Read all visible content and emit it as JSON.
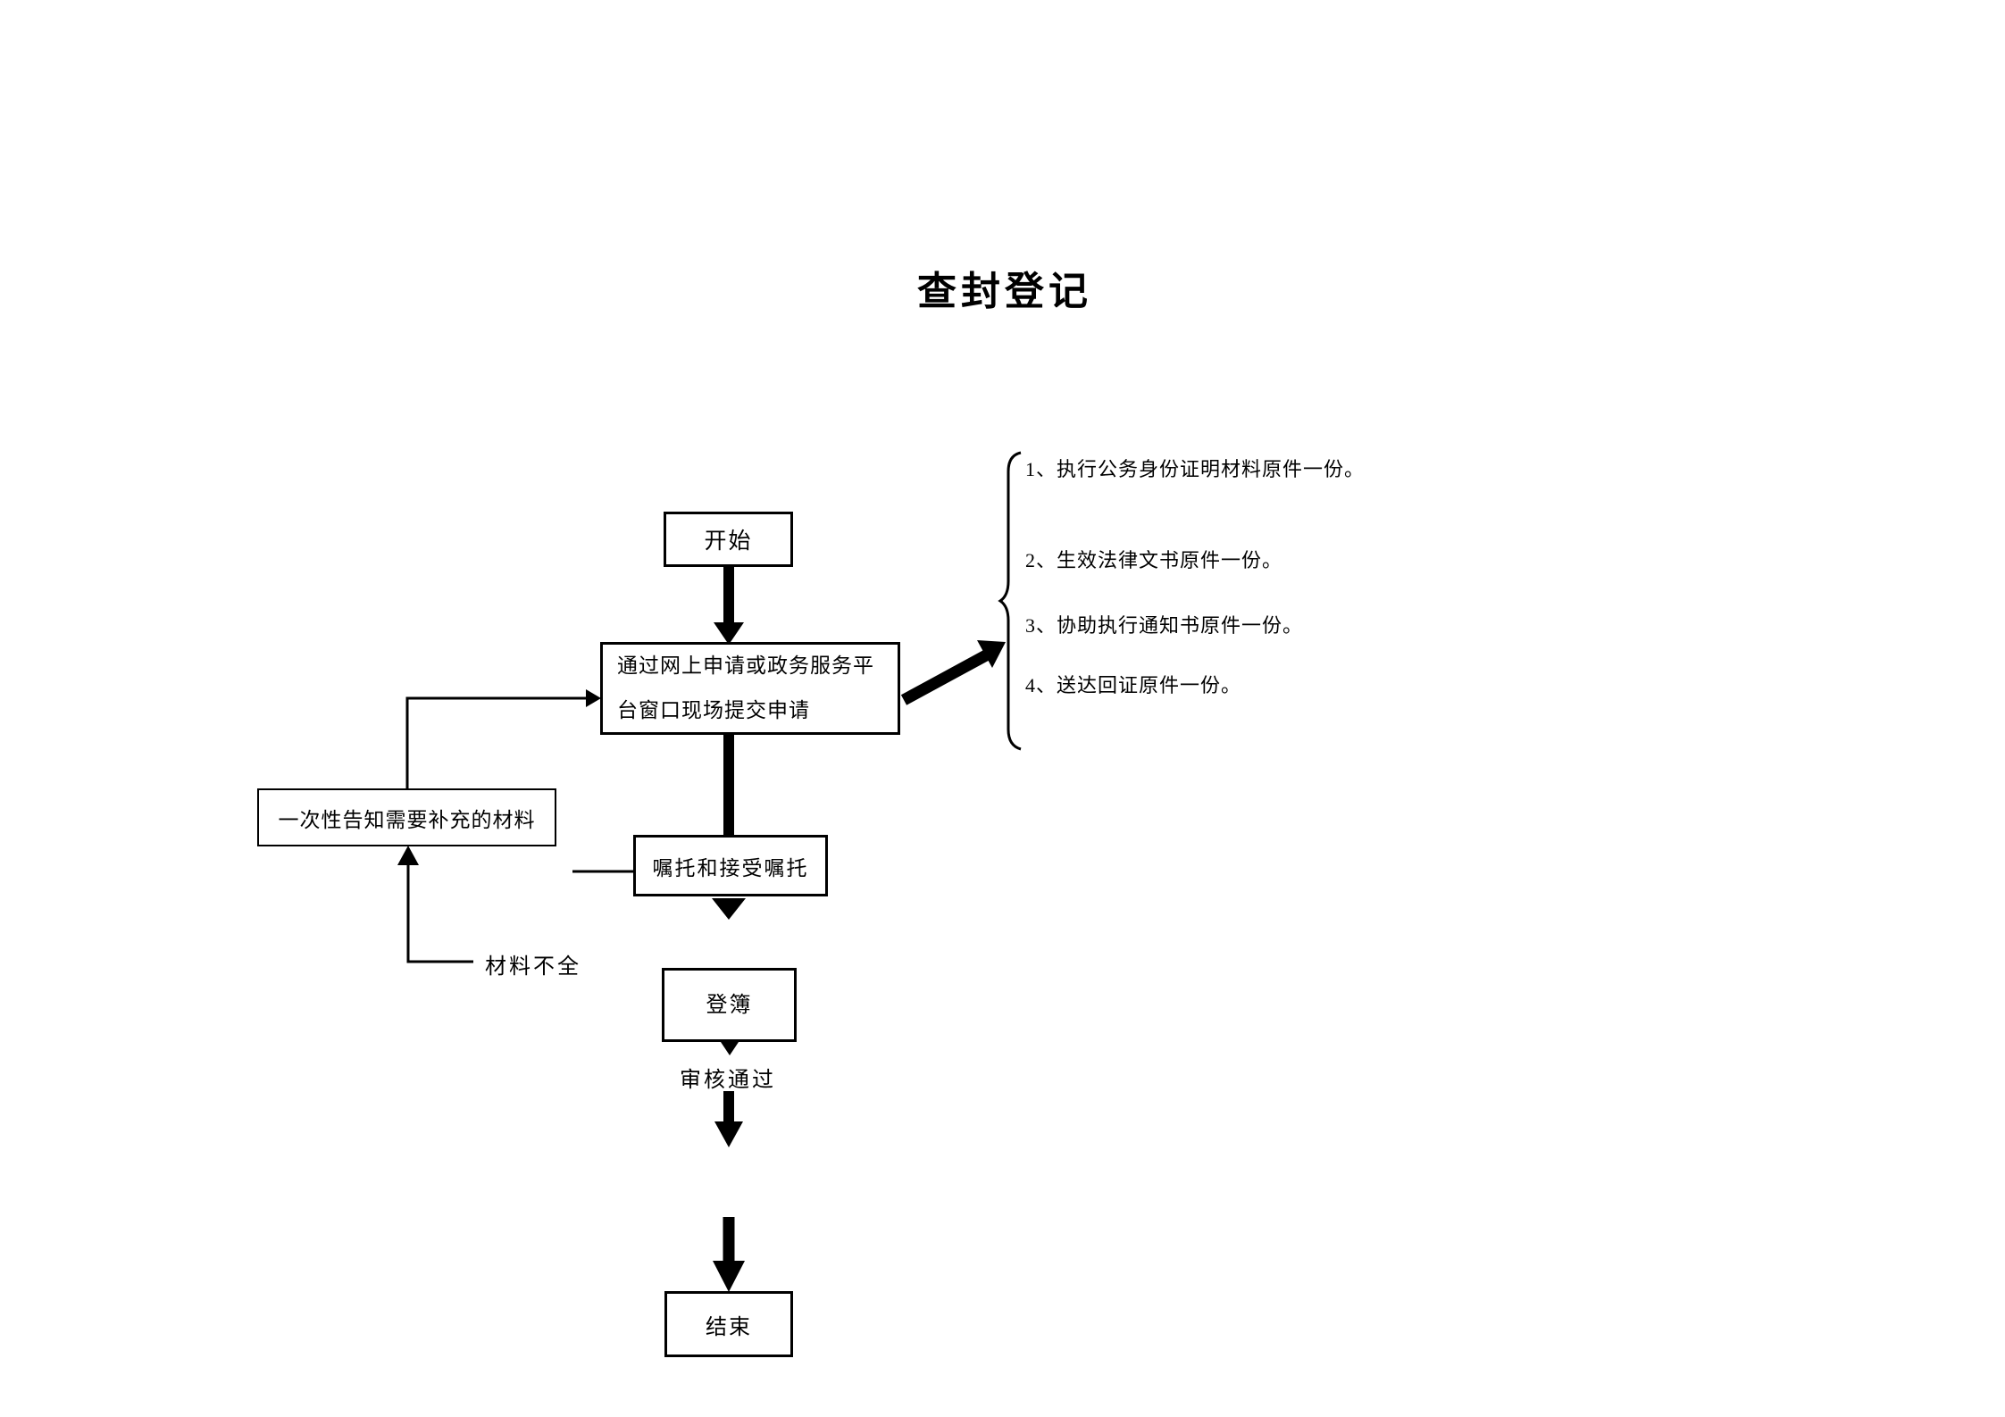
{
  "page": {
    "title": "查封登记"
  },
  "flow": {
    "start": "开始",
    "apply": "通过网上申请或政务服务平台窗口现场提交申请",
    "notify": "一次性告知需要补充的材料",
    "entrust": "嘱托和接受嘱托",
    "register": "登簿",
    "end": "结束"
  },
  "labels": {
    "incomplete": "材料不全",
    "approved": "审核通过"
  },
  "materials": {
    "items": [
      "1、执行公务身份证明材料原件一份。",
      "2、生效法律文书原件一份。",
      "3、协助执行通知书原件一份。",
      "4、送达回证原件一份。"
    ]
  },
  "colors": {
    "ink": "#000000",
    "background": "#ffffff"
  }
}
